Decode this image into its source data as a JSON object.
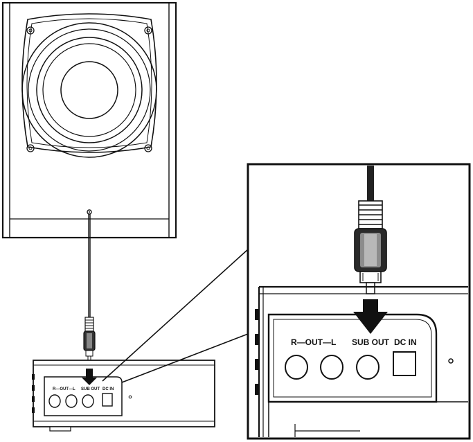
{
  "labels": {
    "out_rl": "R—OUT—L",
    "sub_out": "SUB OUT",
    "dc_in": "DC IN"
  },
  "colors": {
    "line": "#111111",
    "background": "#ffffff",
    "arrow": "#111111"
  },
  "icons": {
    "subwoofer": "subwoofer-icon",
    "rca_plug": "rca-plug-icon",
    "insert_arrow": "arrow-down-icon"
  }
}
